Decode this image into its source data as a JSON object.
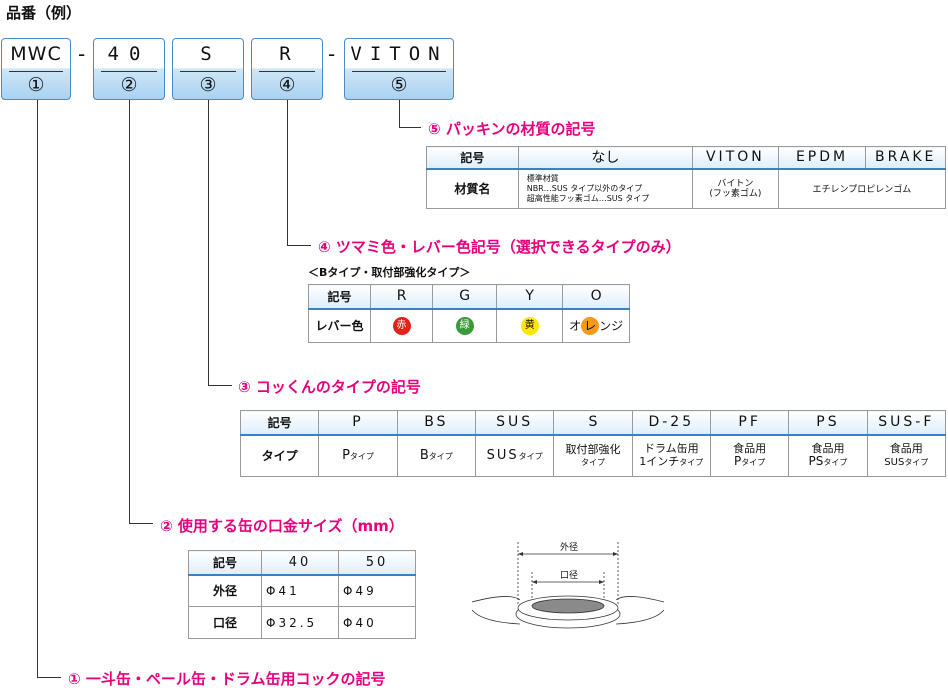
{
  "title": "品番（例）",
  "part_boxes": [
    {
      "code": "MWC",
      "num": "①"
    },
    {
      "code": "40",
      "num": "②"
    },
    {
      "code": "S",
      "num": "③"
    },
    {
      "code": "R",
      "num": "④"
    },
    {
      "code": "VITON",
      "num": "⑤"
    }
  ],
  "dash": "-",
  "sec5": {
    "title": "⑤ パッキンの材質の記号",
    "header": [
      "記号",
      "なし",
      "VITON",
      "EPDM",
      "BRAKE"
    ],
    "row_label": "材質名",
    "nashi_lines": [
      "標準材質",
      "NBR…SUS タイプ以外のタイプ",
      "超高性能フッ素ゴム…SUS タイプ"
    ],
    "viton_lines": [
      "バイトン",
      "(フッ素ゴム)"
    ],
    "epdm_brake": "エチレンプロピレンゴム"
  },
  "sec4": {
    "title": "④ ツマミ色・レバー色記号（選択できるタイプのみ）",
    "subtitle": "＜Bタイプ・取付部強化タイプ＞",
    "header": [
      "記号",
      "R",
      "G",
      "Y",
      "O"
    ],
    "row_label": "レバー色",
    "colors": [
      {
        "label": "赤",
        "color": "#e2231a"
      },
      {
        "label": "緑",
        "color": "#3a9a3a"
      },
      {
        "label": "黄",
        "color": "#ffe600"
      },
      {
        "pre": "オ",
        "label": "レ",
        "post": "ンジ",
        "color": "#f39a1e"
      }
    ]
  },
  "sec3": {
    "title": "③ コッくんのタイプの記号",
    "header": [
      "記号",
      "P",
      "BS",
      "SUS",
      "S",
      "D-25",
      "PF",
      "PS",
      "SUS-F"
    ],
    "row_label": "タイプ",
    "types": [
      {
        "main": "P",
        "small": "タイプ"
      },
      {
        "main": "B",
        "small": "タイプ"
      },
      {
        "main": "SUS",
        "small": "タイプ"
      },
      {
        "line1": "取付部強化",
        "line2": "タイプ"
      },
      {
        "line1": "ドラム缶用",
        "line2": "1インチ",
        "small2": "タイプ"
      },
      {
        "line1": "食品用",
        "line2": "P",
        "small2": "タイプ"
      },
      {
        "line1": "食品用",
        "line2": "PS",
        "small2": "タイプ"
      },
      {
        "line1": "食品用",
        "line2": "SUS",
        "small2": "タイプ"
      }
    ]
  },
  "sec2": {
    "title": "② 使用する缶の口金サイズ（mm）",
    "header": [
      "記号",
      "40",
      "50"
    ],
    "rows": [
      {
        "label": "外径",
        "v40": "Φ41",
        "v50": "Φ49"
      },
      {
        "label": "口径",
        "v40": "Φ32.5",
        "v50": "Φ40"
      }
    ],
    "diagram_outer": "外径",
    "diagram_inner": "口径"
  },
  "sec1": {
    "title": "① 一斗缶・ペール缶・ドラム缶用コックの記号"
  }
}
